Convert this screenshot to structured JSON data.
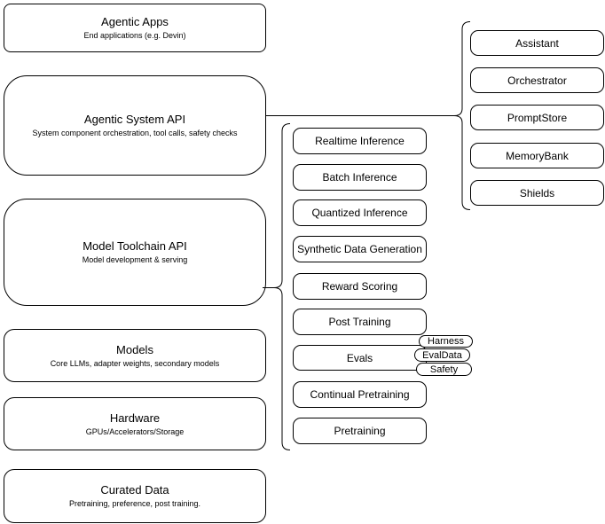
{
  "diagram": {
    "stack_layers": [
      {
        "title": "Agentic Apps",
        "subtitle": "End applications (e.g. Devin)"
      },
      {
        "title": "Agentic System API",
        "subtitle": "System component orchestration, tool calls, safety checks"
      },
      {
        "title": "Model Toolchain API",
        "subtitle": "Model development & serving"
      },
      {
        "title": "Models",
        "subtitle": "Core LLMs, adapter weights, secondary models"
      },
      {
        "title": "Hardware",
        "subtitle": "GPUs/Accelerators/Storage"
      },
      {
        "title": "Curated Data",
        "subtitle": "Pretraining, preference, post training."
      }
    ],
    "toolchain_services": [
      {
        "label": "Realtime Inference"
      },
      {
        "label": "Batch Inference"
      },
      {
        "label": "Quantized Inference"
      },
      {
        "label": "Synthetic Data Generation"
      },
      {
        "label": "Reward Scoring"
      },
      {
        "label": "Post Training"
      },
      {
        "label": "Evals"
      },
      {
        "label": "Continual Pretraining"
      },
      {
        "label": "Pretraining"
      }
    ],
    "eval_tags": [
      {
        "label": "Harness"
      },
      {
        "label": "EvalData"
      },
      {
        "label": "Safety"
      }
    ],
    "system_components": [
      {
        "label": "Assistant"
      },
      {
        "label": "Orchestrator"
      },
      {
        "label": "PromptStore"
      },
      {
        "label": "MemoryBank"
      },
      {
        "label": "Shields"
      }
    ],
    "colors": {
      "stroke": "#000000",
      "fill": "#ffffff",
      "text": "#000000"
    }
  }
}
